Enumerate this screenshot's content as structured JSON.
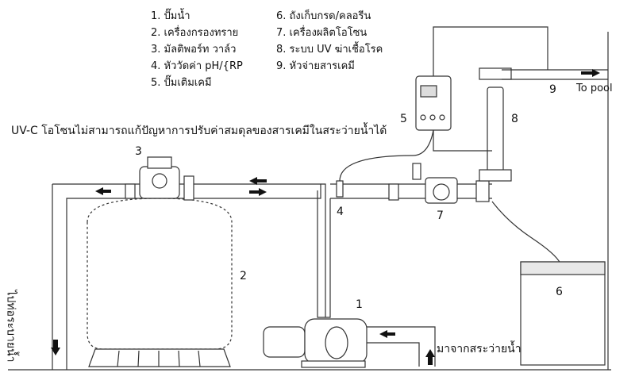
{
  "legend_left": [
    "1. ปั๊มน้ำ",
    "2. เครื่องกรองทราย",
    "3. มัลติพอร์ท วาล์ว",
    "4. หัววัดค่า pH/{RP",
    "5. ปั๊มเติมเคมี"
  ],
  "legend_right": [
    "6. ถังเก็บกรด/คลอรีน",
    "7. เครื่องผลิตโอโซน",
    "8. ระบบ UV ฆ่าเชื้อโรค",
    "9. หัวจ่ายสารเคมี"
  ],
  "note": "UV-C โอโซนไม่สามารถแก้ปัญหาการปรับค่าสมดุลของสารเคมีในสระว่ายน้ำได้",
  "numbers": {
    "pump": "1",
    "sand_filter": "2",
    "multiport_valve": "3",
    "ph_probe": "4",
    "chem_pump": "5",
    "acid_tank": "6",
    "ozone": "7",
    "uv": "8",
    "injector": "9"
  },
  "to_pool": "To pool",
  "drain_label": "ไปท่อระบายน้ำ",
  "inlet_label": "มาจากสระว่ายน้ำ",
  "colors": {
    "line": "#333333",
    "fill": "#ffffff",
    "shade": "#d9d9d9"
  }
}
